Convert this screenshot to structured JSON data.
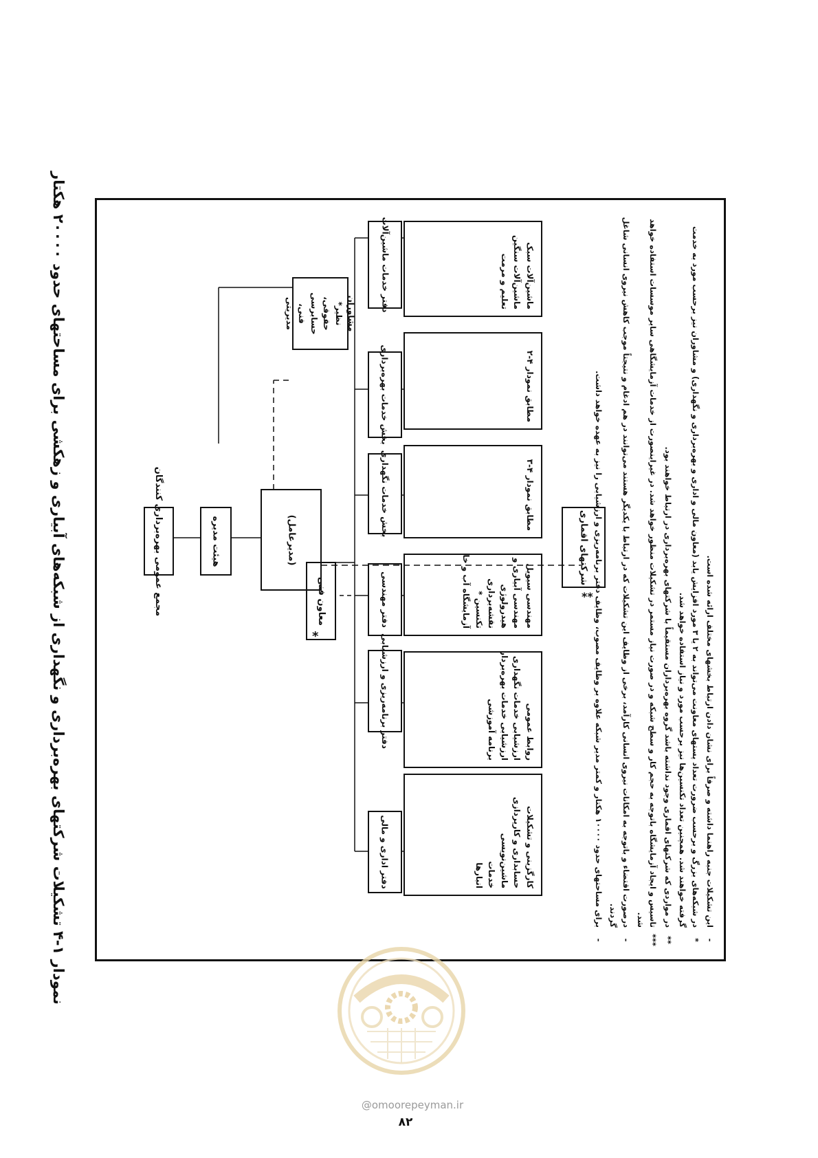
{
  "document": {
    "title": "نمودار ۱-۴ تشکیلات شرکتهای بهره‌برداری و نگهداری از شبکه‌های آبیاری و زهکشی برای مساحتهای حدود ۲۰۰۰۰ هکتار",
    "page_number": "۸۲",
    "site": "@omoorepeyman.ir"
  },
  "org_chart": {
    "general_assembly": "مجمع عمومی بهره‌برداری کنندگان",
    "board": "هیئت مدیره",
    "ceo": "(مدیرعامل)",
    "technical_deputy": "معاون فنی",
    "technical_deputy_mark": "*",
    "advisors": "مشاوران نظیر* حقوقی، حسابرسی فنی، مدیریتی",
    "companies": "شرکتهای اقماری",
    "companies_mark": "**"
  },
  "departments": [
    {
      "title": "دفتر اداری و مالی",
      "items": [
        "کارگزینی و تشکیلات",
        "حسابداری و کارپردازی",
        "ماشین‌نویسی",
        "خدمات",
        "انبارها"
      ]
    },
    {
      "title": "دفتر برنامه‌ریزی و ارزشیابی",
      "items": [
        "روابط عمومی",
        "ارزشیابی خدمات نگهداری",
        "ارزشیابی خدمات بهره‌برداری",
        "برنامه آموزشی"
      ]
    },
    {
      "title": "دفتر مهندسی",
      "items": [
        "مهندسی سیویل",
        "مهندسی آبیاری و زهکشی",
        "هیدرولوژی",
        "نقشه‌برداری",
        "تکنسین *",
        "آزمایشگاه آب و خاک ***"
      ]
    },
    {
      "title": "بخش خدمات نگهداری",
      "items": [
        "مطابق نمودار ۴-۳"
      ]
    },
    {
      "title": "بخش خدمات بهره‌برداری",
      "items": [
        "مطابق نمودار ۴-۲"
      ]
    },
    {
      "title": "دفتر خدمات ماشین‌آلات",
      "items": [
        "ماشین‌آلات سبک",
        "ماشین‌آلات سنگین",
        "تعلیم و مرمت"
      ]
    }
  ],
  "notes": [
    {
      "mark": "-",
      "text": "این تشکیلات جنبه راهنما داشته و صرفاً برای نشان دادن ارتباط بخشهای مختلف ارائه شده است."
    },
    {
      "mark": "*",
      "text": "در شبکه‌های بزرگ و برحسب ضرورت تعداد پستهای معاونت می‌تواند به ۲ یا ۳ مورد افزایش یابد (معاون مالی و اداری و بهره‌برداری و نگهداری) و مشاوران نیز برحسب مورد به خدمت گرفته خواهند شد. همچنین تعداد تکنسین‌ها نیز برحسب مورد و نیاز استفاده خواهد شد."
    },
    {
      "mark": "**",
      "text": "در مواردی که شرکتهای اقماری وجود نداشته باشد گروه بهره‌برداران مستقیماً با شرکتهای بهره‌برداری در ارتباط خواهند بود."
    },
    {
      "mark": "***",
      "text": "تاسیس و ایجاد آزمایشگاه باتوجه به حجم کار و سطح شبکه و در صورت نیاز مستمر در تشکیلات منظور خواهد شد. در غیراینصورت از خدمات آزمایشگاهی سایر موسسات استفاده خواهد شد."
    },
    {
      "mark": "-",
      "text": "درصورت اقتضاء و باتوجه به امکانات نیروی انسانی کارآمد، برخی از وظایف این تشکیلات که در ارتباط با یکدیگر هستند می‌توانند در هم ادغام و نتیجتاً موجب کاهش نیروی انسانی شاغل گردند."
    },
    {
      "mark": "-",
      "text": "برای مساحتهای حدود ۱۰۰۰۰ هکتار و کمتر مدیر شبکه علاوه بر وظایف مصوب، وظایف دفتر برنامه‌ریزی و ارزشیابی را نیز به عهده خواهد داشت."
    }
  ]
}
